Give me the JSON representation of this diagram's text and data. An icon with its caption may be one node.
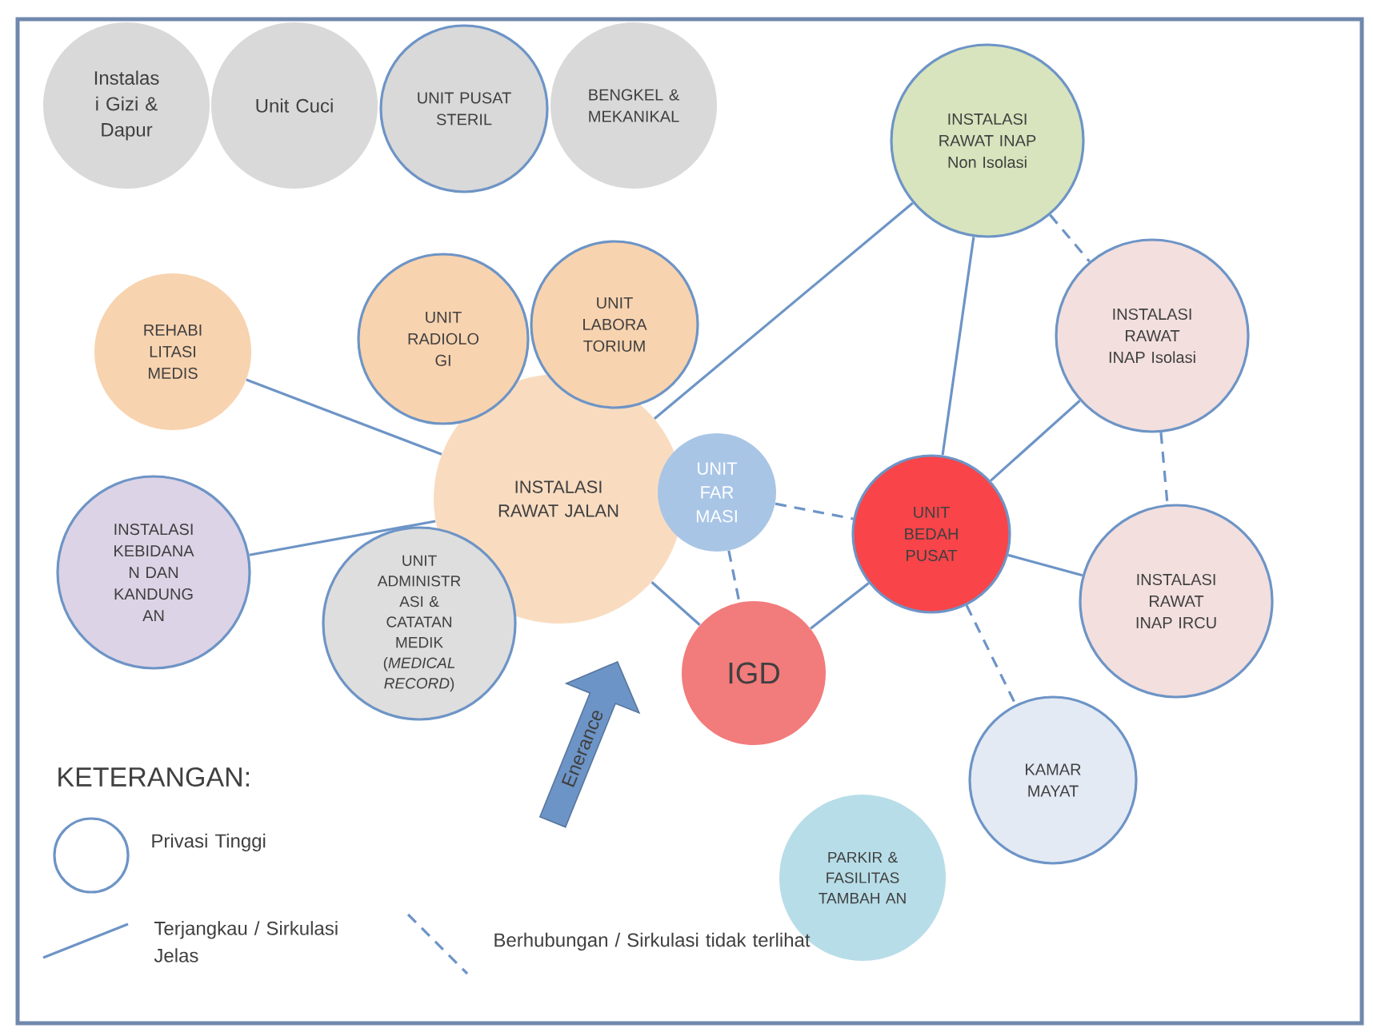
{
  "diagram": {
    "nodes": [
      {
        "text": [
          "Instalas i Gizi & Dapur"
        ]
      },
      {
        "text": [
          "Unit Cuci"
        ]
      },
      {
        "text": [
          "UNIT PUSAT STERIL"
        ]
      },
      {
        "text": [
          "BENGKEL & MEKANIKAL"
        ]
      },
      {
        "text": [
          "INSTALASI RAWAT INAP Non Isolasi"
        ]
      },
      {
        "text": [
          "REHABI LITASI MEDIS"
        ]
      },
      {
        "text": [
          "UNIT RADIOLO GI"
        ]
      },
      {
        "text": [
          "UNIT LABORA TORIUM"
        ]
      },
      {
        "text": [
          "INSTALASI RAWAT INAP Isolasi"
        ]
      },
      {
        "text": [
          "INSTALASI RAWAT JALAN"
        ]
      },
      {
        "text": [
          "UNIT FAR MASI"
        ]
      },
      {
        "text": [
          "INSTALASI KEBIDANA N DAN KANDUNG AN"
        ]
      },
      {
        "text": [
          "UNIT ADMINISTR ASI & CATATAN MEDIK (*MEDICAL RECORD*)"
        ]
      },
      {
        "text": [
          "UNIT BEDAH PUSAT"
        ]
      },
      {
        "text": [
          "INSTALASI RAWAT INAP IRCU"
        ]
      },
      {
        "text": [
          "IGD"
        ]
      },
      {
        "text": [
          "KAMAR MAYAT"
        ]
      },
      {
        "text": [
          "PARKIR & FASILITAS TAMBAH AN"
        ]
      },
      {
        "text": [
          "Enerance"
        ]
      }
    ],
    "edges": [
      {
        "from": 5,
        "to": 9,
        "arrow": "none"
      },
      {
        "from": 11,
        "to": 9,
        "arrow": "none"
      },
      {
        "from": 9,
        "to": 4,
        "arrow": "none"
      },
      {
        "from": 9,
        "to": 15,
        "arrow": "none"
      },
      {
        "from": 10,
        "to": 13,
        "arrow": "none",
        "style": "dashed"
      },
      {
        "from": 10,
        "to": 15,
        "arrow": "none",
        "style": "dashed"
      },
      {
        "from": 15,
        "to": 13,
        "arrow": "none"
      },
      {
        "from": 13,
        "to": 4,
        "arrow": "none"
      },
      {
        "from": 13,
        "to": 8,
        "arrow": "none"
      },
      {
        "from": 4,
        "to": 8,
        "arrow": "none",
        "style": "dashed"
      },
      {
        "from": 8,
        "to": 14,
        "arrow": "none",
        "style": "dashed"
      },
      {
        "from": 13,
        "to": 14,
        "arrow": "none"
      },
      {
        "from": 13,
        "to": 16,
        "arrow": "none",
        "style": "dashed"
      }
    ],
    "labels": [
      "KETERANGAN:"
    ],
    "legend": [
      {
        "text": "Privasi Tinggi"
      },
      {
        "text": "Terjangkau / Sirkulasi Jelas"
      },
      {
        "text": "Berhubungan / Sirkulasi tidak terlihat"
      }
    ]
  }
}
